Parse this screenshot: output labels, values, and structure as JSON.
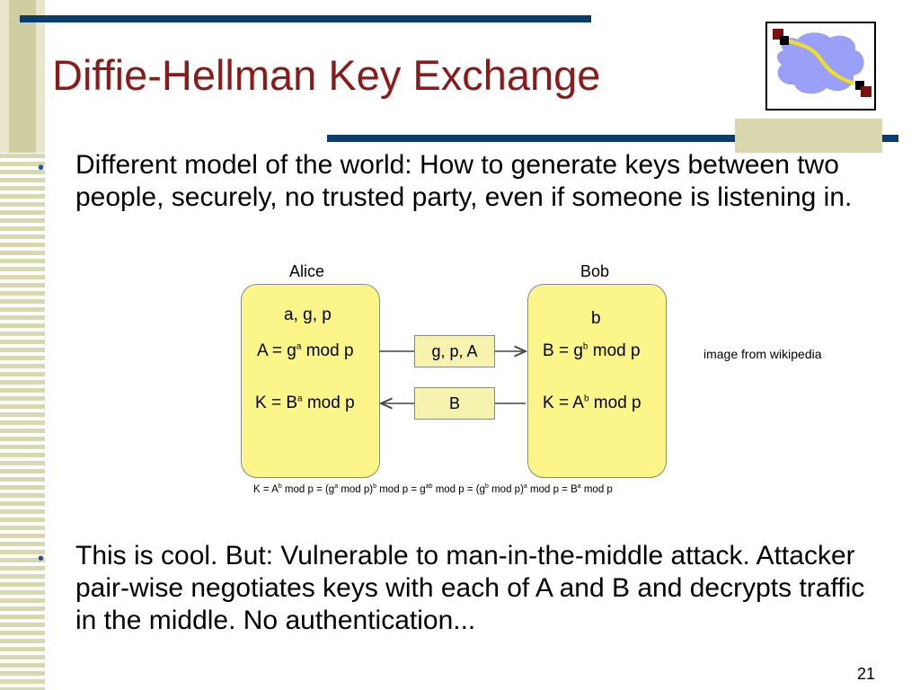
{
  "slide": {
    "title": "Diffie-Hellman Key Exchange",
    "bullets": [
      "Different model of the world:  How to generate keys between two people, securely, no trusted party, even if someone is listening in.",
      "This is cool.  But:  Vulnerable to man-in-the-middle attack.  Attacker pair-wise negotiates keys with each of A and B and decrypts traffic in the middle.  No authentication..."
    ],
    "bullet_glyph": "•",
    "caption": "image from wikipedia",
    "page_number": "21"
  },
  "diagram": {
    "alice": {
      "label": "Alice",
      "vars": "a, g, p",
      "line1_pre": "A = g",
      "line1_sup": "a",
      "line1_post": " mod p",
      "line2_pre": "K = B",
      "line2_sup": "a",
      "line2_post": " mod p"
    },
    "bob": {
      "label": "Bob",
      "vars": "b",
      "line1_pre": "B = g",
      "line1_sup": "b",
      "line1_post": " mod p",
      "line2_pre": "K = A",
      "line2_sup": "b",
      "line2_post": " mod p"
    },
    "messages": {
      "to_bob": "g, p, A",
      "to_alice": "B"
    },
    "formula": {
      "p1": "K = A",
      "s1": "b",
      "p2": " mod p = (g",
      "s2": "a",
      "p3": " mod p)",
      "s3": "b",
      "p4": " mod p = g",
      "s4": "ab",
      "p5": " mod p = (g",
      "s5": "b",
      "p6": " mod p)",
      "s6": "a",
      "p7": " mod p = B",
      "s7": "a",
      "p8": " mod p"
    }
  },
  "colors": {
    "title": "#8b1a1a",
    "rule": "#0b3c6e",
    "bullet": "#1f4fa0",
    "party_fill": "#fbf58a",
    "message_fill": "#f6f3ae",
    "strip": "#d8d7ad",
    "logo_cloud": "#9aa0f7",
    "logo_path": "#f0e020",
    "logo_nodes": "#7a1010"
  },
  "icons": {
    "logo": "network-cloud-icon"
  }
}
